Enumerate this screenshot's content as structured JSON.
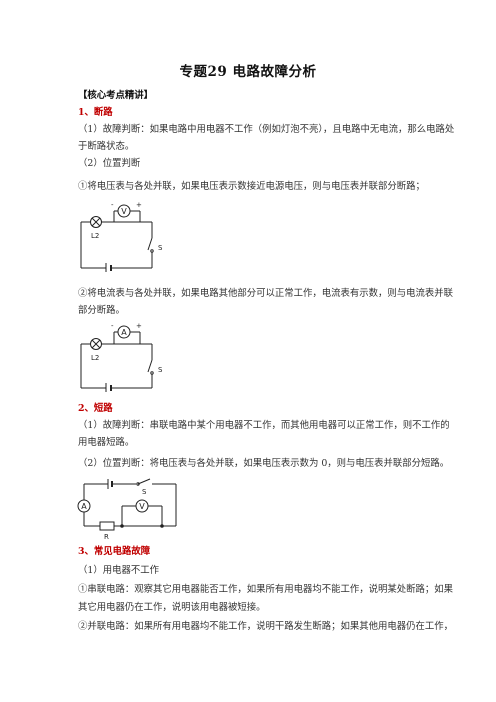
{
  "title": "专题29  电路故障分析",
  "section_core": "【核心考点精讲】",
  "s1": {
    "heading": "1、断路",
    "p1_line1": "（1）故障判断：如果电路中用电器不工作（例如灯泡不亮），且电路中无电流，那么电路处",
    "p1_line2": "于断路状态。",
    "p2": "（2）位置判断",
    "p3": "①将电压表与各处并联，如果电压表示数接近电源电压，则与电压表并联部分断路；",
    "p4_line1": "②将电流表与各处并联，如果电路其他部分可以正常工作，电流表有示数，则与电流表并联",
    "p4_line2": "部分断路。"
  },
  "s2": {
    "heading": "2、短路",
    "p1_line1": "（1）故障判断：串联电路中某个用电器不工作，而其他用电器可以正常工作，则不工作的",
    "p1_line2": "用电器短路。",
    "p2": "（2）位置判断：将电压表与各处并联，如果电压表示数为 0，则与电压表并联部分短路。"
  },
  "s3": {
    "heading": "3、常见电路故障",
    "p1": "（1）用电器不工作",
    "p2_line1": "①串联电路：观察其它用电器能否工作，如果所有用电器均不能工作，说明某处断路；如果",
    "p2_line2": "其它用电器仍在工作，说明该用电器被短接。",
    "p3": "②并联电路：如果所有用电器均不能工作，说明干路发生断路；如果其他用电器仍在工作，"
  },
  "fig1": {
    "meter": "V",
    "lamp": "L2",
    "switch": "S",
    "minus": "-",
    "plus": "+"
  },
  "fig2": {
    "meter": "A",
    "lamp": "L2",
    "switch": "S",
    "minus": "-",
    "plus": "+"
  },
  "fig3": {
    "ammeter": "A",
    "voltmeter": "V",
    "switch": "S",
    "resistor": "R"
  }
}
